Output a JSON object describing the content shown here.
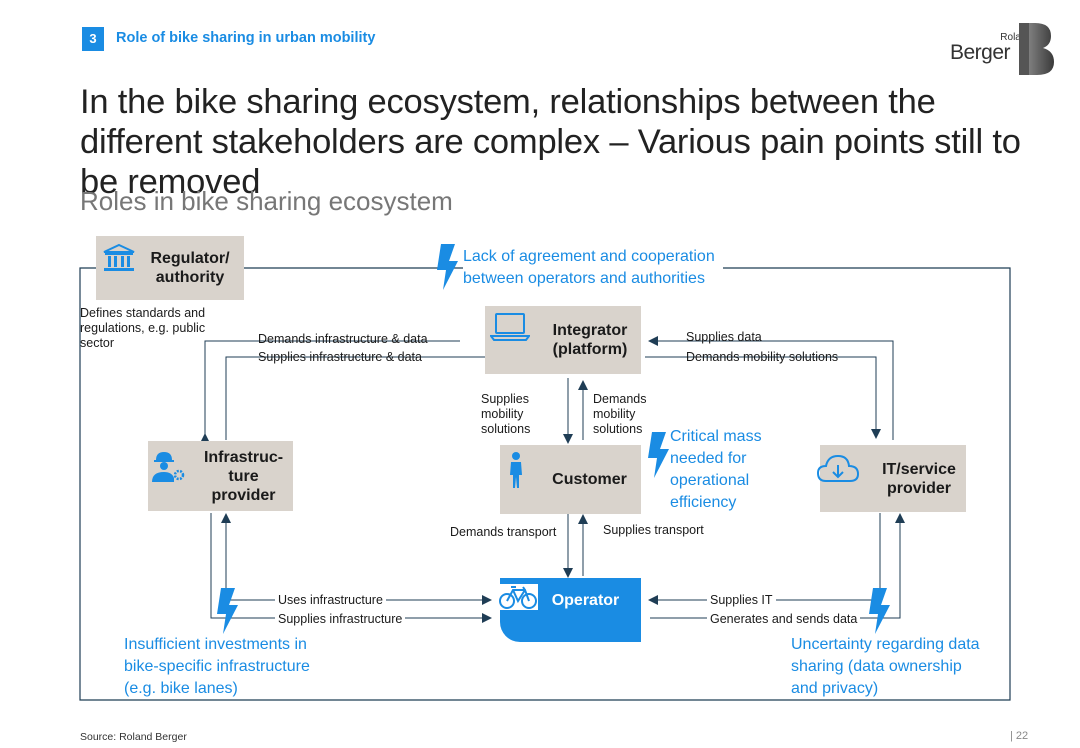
{
  "header": {
    "section_number": "3",
    "section_title": "Role of bike sharing in urban mobility",
    "logo_line1": "Roland",
    "logo_line2": "Berger"
  },
  "title": "In the bike sharing ecosystem, relationships between the different stakeholders are complex – Various pain points still to be removed",
  "subtitle": "Roles in bike sharing ecosystem",
  "nodes": {
    "regulator": "Regulator/ authority",
    "integrator": "Integrator (platform)",
    "infrastructure": "Infrastruc- ture provider",
    "customer": "Customer",
    "it_provider": "IT/service provider",
    "operator": "Operator"
  },
  "regulator_description": "Defines standards and regulations, e.g. public sector",
  "relations": {
    "demands_infra_data": "Demands infrastructure & data",
    "supplies_infra_data": "Supplies infrastructure & data",
    "supplies_data": "Supplies data",
    "demands_mobility_solutions": "Demands mobility solutions",
    "supplies_mobility": "Supplies mobility solutions",
    "demands_mobility": "Demands mobility solutions",
    "demands_transport": "Demands transport",
    "supplies_transport": "Supplies transport",
    "uses_infrastructure": "Uses infrastructure",
    "supplies_infrastructure": "Supplies infrastructure",
    "supplies_it": "Supplies IT",
    "generates_sends_data": "Generates and sends data"
  },
  "pain_points": {
    "agreement": "Lack of agreement and cooperation between operators and authorities",
    "critical_mass": "Critical mass needed for operational efficiency",
    "investments": "Insufficient investments in bike-specific infrastructure (e.g. bike lanes)",
    "data_sharing": "Uncertainty regarding data sharing (data ownership and privacy)"
  },
  "colors": {
    "accent": "#1a8ce3",
    "node": "#d9d3cc",
    "arrow": "#1f3d55"
  },
  "footer": {
    "source": "Source: Roland Berger",
    "page": "22"
  }
}
